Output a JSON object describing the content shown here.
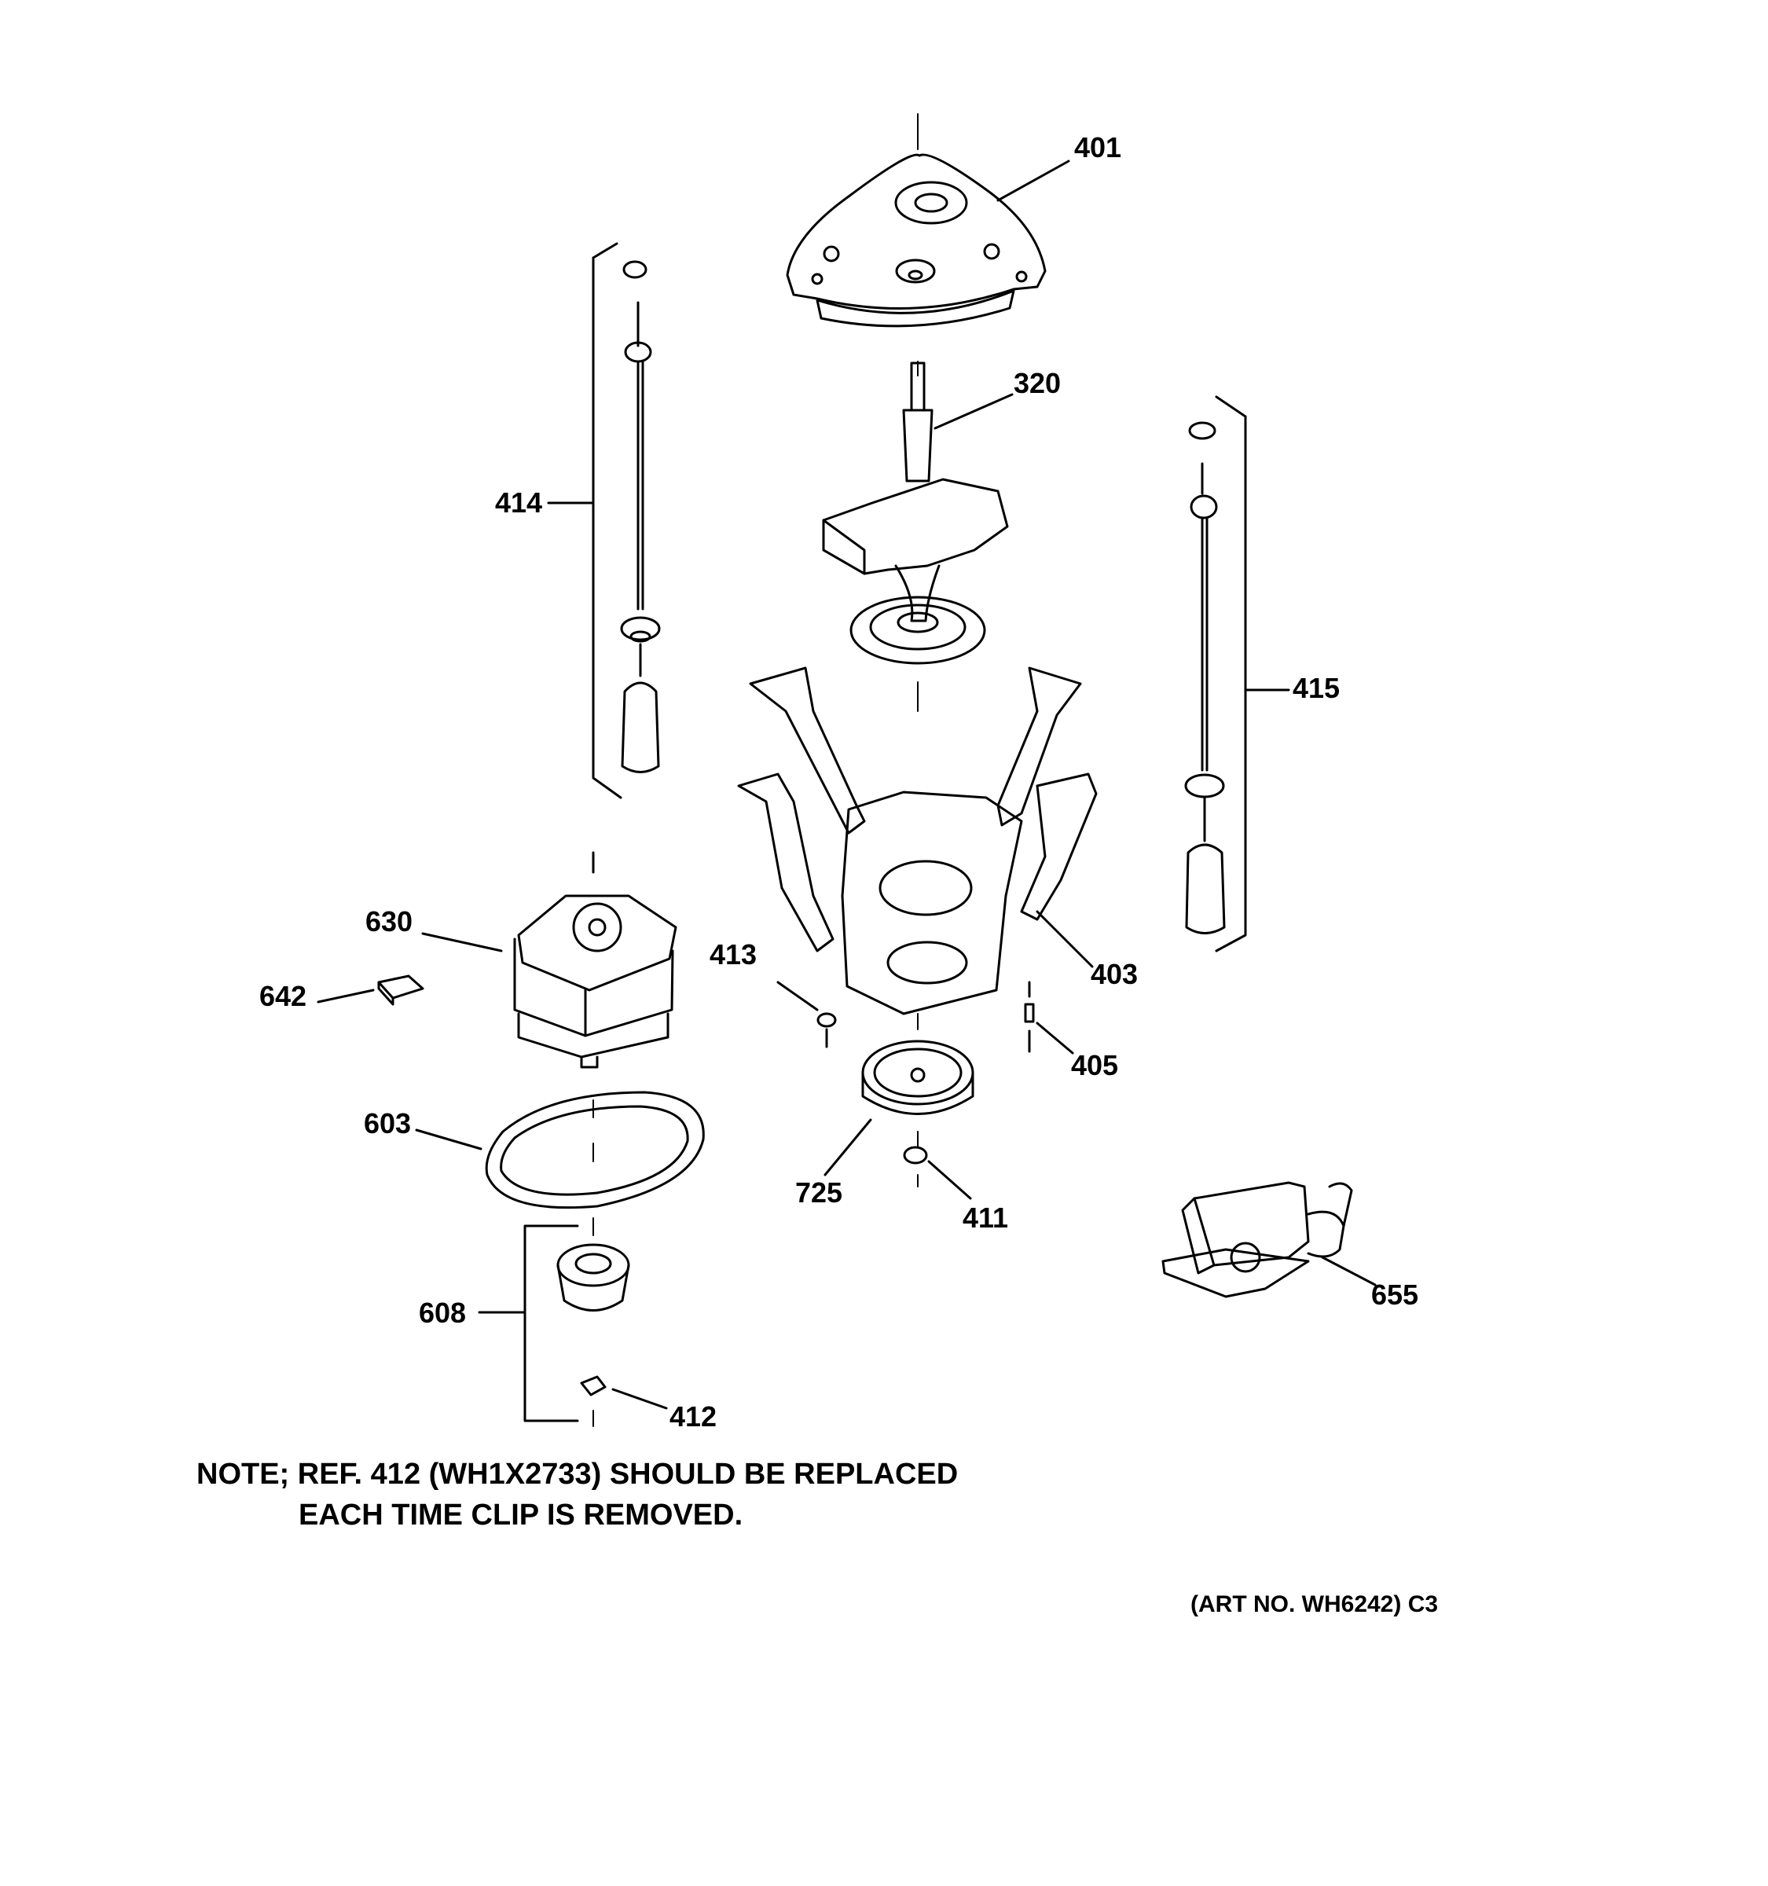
{
  "callouts": {
    "c401": "401",
    "c320": "320",
    "c414": "414",
    "c415": "415",
    "c630": "630",
    "c642": "642",
    "c413": "413",
    "c403": "403",
    "c405": "405",
    "c603": "603",
    "c725": "725",
    "c411": "411",
    "c608": "608",
    "c655": "655",
    "c412": "412"
  },
  "note": {
    "line1": "NOTE; REF. 412 (WH1X2733) SHOULD BE REPLACED",
    "line2": "EACH TIME CLIP IS REMOVED."
  },
  "art_number": "(ART NO. WH6242) C3"
}
